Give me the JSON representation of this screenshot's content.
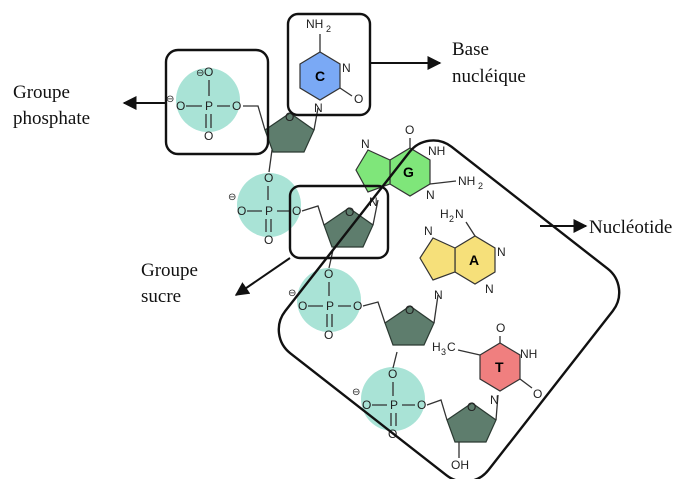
{
  "labels": {
    "base": [
      "Base",
      "nucléique"
    ],
    "phosphate": [
      "Groupe",
      "phosphate"
    ],
    "nucleotide": "Nucléotide",
    "sugar": [
      "Groupe",
      "sucre"
    ]
  },
  "bases": {
    "c": {
      "letter": "C",
      "color": "#7aa9f5"
    },
    "g": {
      "letter": "G",
      "color": "#7fe67a"
    },
    "a": {
      "letter": "A",
      "color": "#f6e07a"
    },
    "t": {
      "letter": "T",
      "color": "#f07f7f"
    }
  },
  "atoms": {
    "o": "O",
    "p": "P",
    "n": "N",
    "nh": "NH",
    "nh2_main": "NH",
    "h2n_main": "H",
    "h2n_tail": "N",
    "h3c_h": "H",
    "h3c_c": "C",
    "oh": "OH",
    "sub2": "2",
    "sub3": "3",
    "minus": "⊖"
  },
  "colors": {
    "phosphate_fill": "#a9e3d6",
    "sugar_fill": "#5e7d6d"
  }
}
